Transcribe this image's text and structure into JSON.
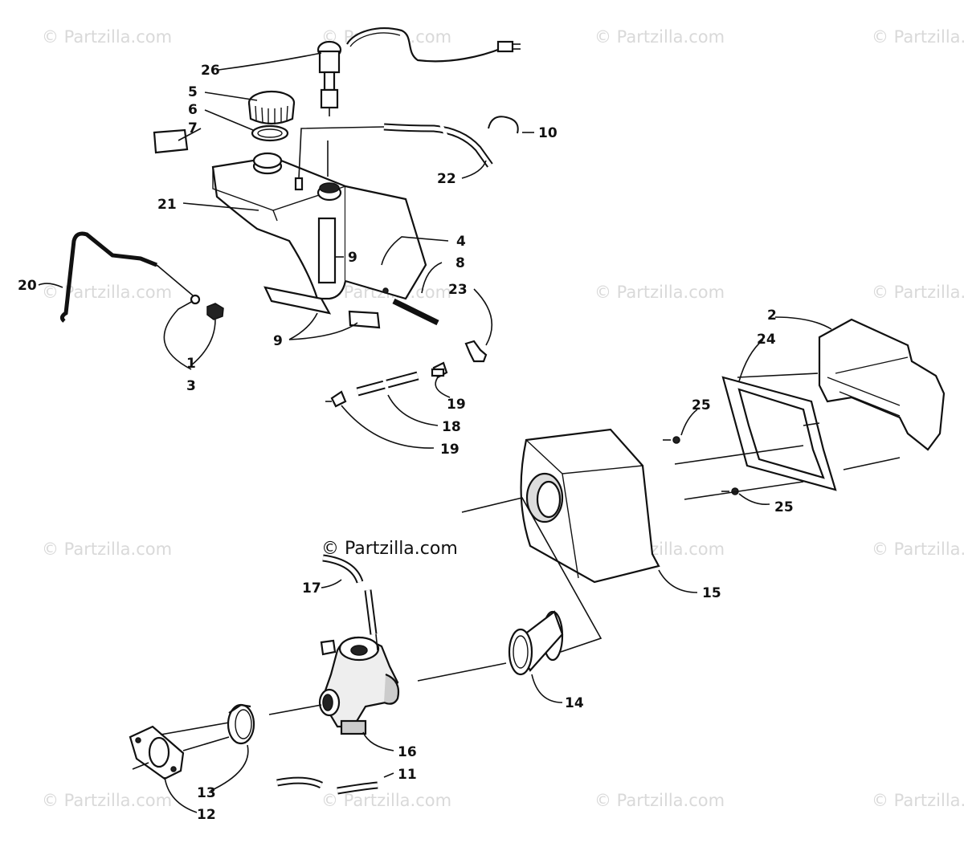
{
  "watermarks": {
    "faint": "© Partzilla.com",
    "main": "© Partzilla.com"
  },
  "callouts": [
    "1",
    "2",
    "3",
    "4",
    "5",
    "6",
    "7",
    "8",
    "9",
    "9",
    "10",
    "11",
    "12",
    "13",
    "14",
    "15",
    "16",
    "17",
    "18",
    "19",
    "19",
    "20",
    "21",
    "22",
    "23",
    "24",
    "25",
    "25",
    "26"
  ]
}
